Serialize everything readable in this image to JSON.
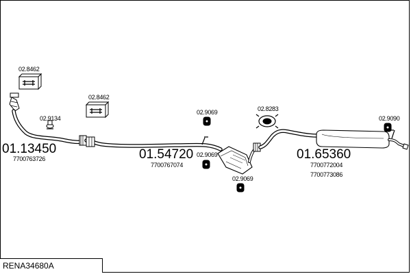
{
  "diagram_code": "RENA34680A",
  "assemblies": [
    {
      "part_number": "01.13450",
      "oem_refs": [
        "7700763726"
      ]
    },
    {
      "part_number": "01.54720",
      "oem_refs": [
        "7700767074"
      ]
    },
    {
      "part_number": "01.65360",
      "oem_refs": [
        "7700772004",
        "7700773086"
      ]
    }
  ],
  "accessories": {
    "clamp_kit_1": "02.8462",
    "clamp_kit_2": "02.8462",
    "gasket_front": "02.9134",
    "rubber_mount_1": "02.9069",
    "rubber_mount_2": "02.9069",
    "rubber_mount_3": "02.9069",
    "bracket_center": "02.8283",
    "rubber_mount_rear": "02.9090"
  }
}
